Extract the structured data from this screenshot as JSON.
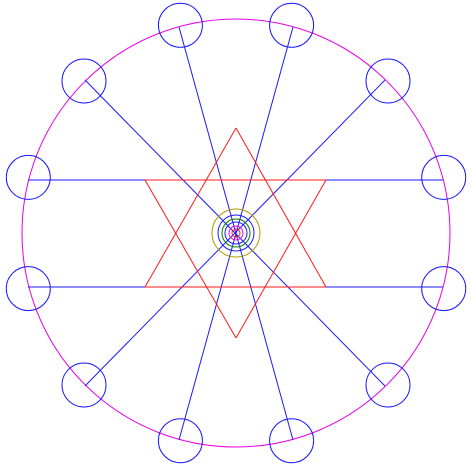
{
  "diagram": {
    "outer_circle_count": 1,
    "small_circle_count": 12,
    "blue_line_count": 6,
    "red_star_line_count": 6,
    "center_ring_count": 6
  },
  "colors": {
    "outer_circle": "#e600e6",
    "small_circles": "#1a1aff",
    "blue_lines": "#1a1aff",
    "red_star": "#ff1a1a",
    "center_rings": [
      "#b39600",
      "#1a1aff",
      "#008000",
      "#1a1aff",
      "#e600e6",
      "#ff1a1a"
    ]
  }
}
